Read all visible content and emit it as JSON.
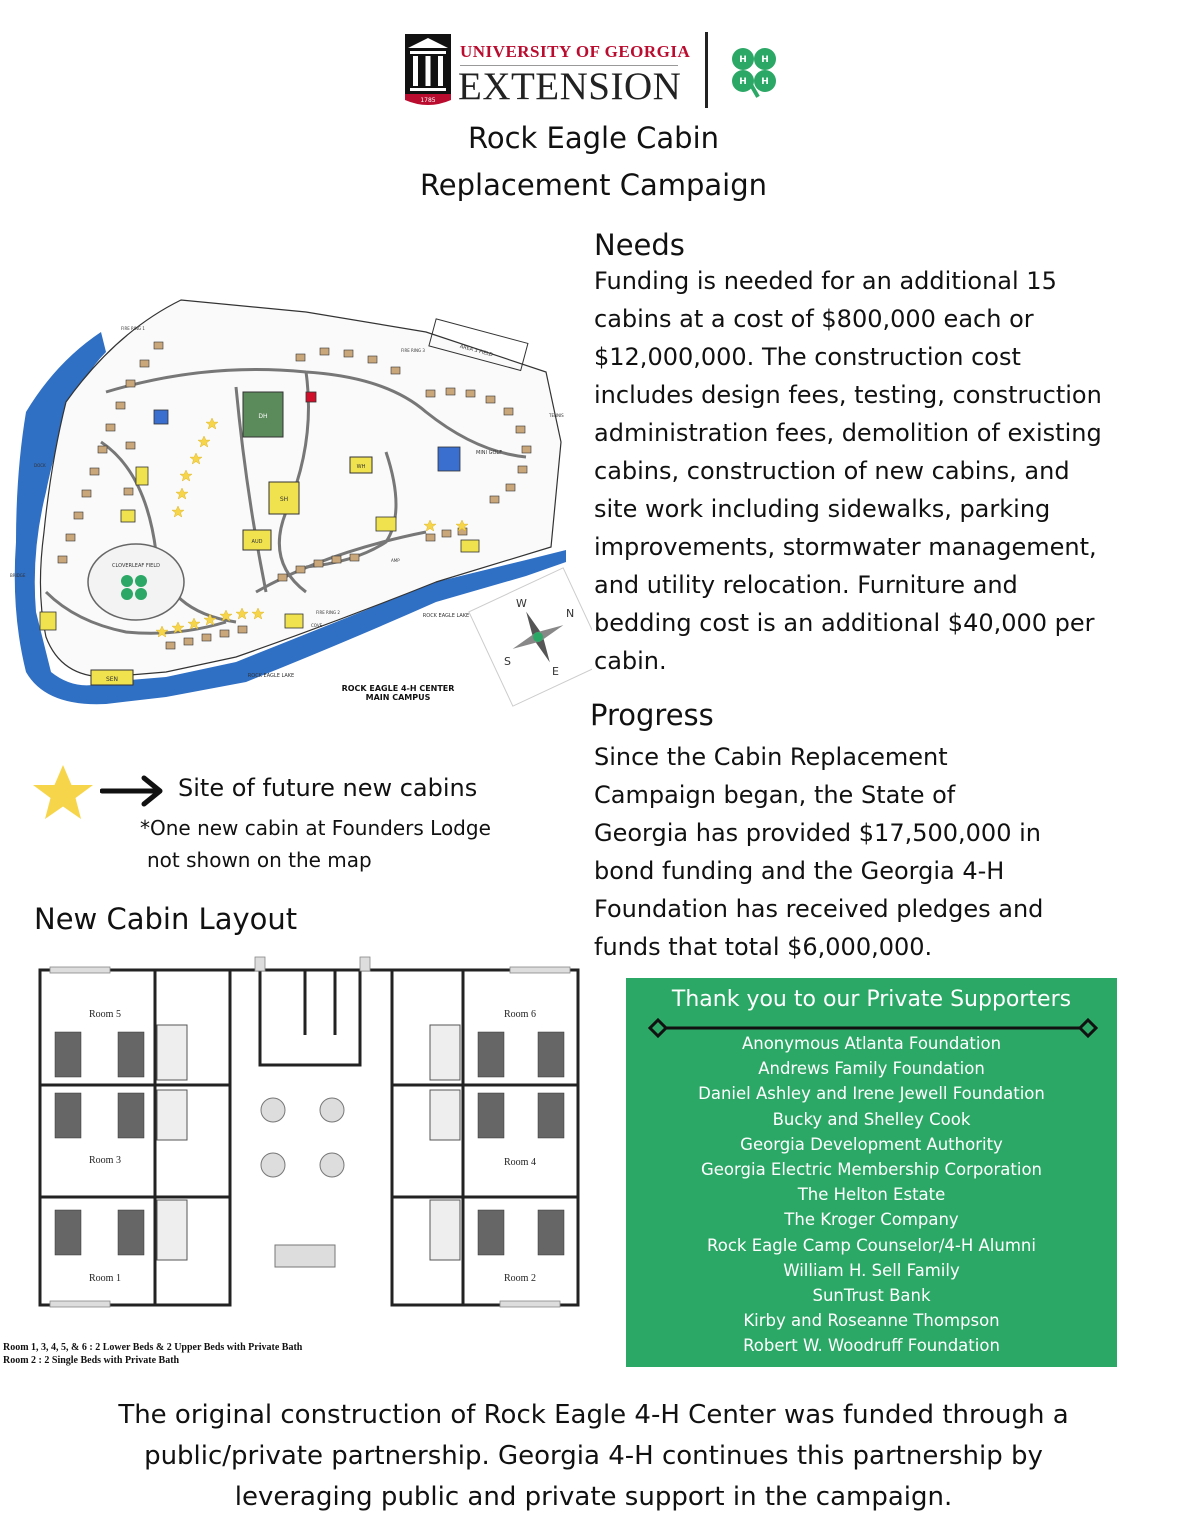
{
  "header": {
    "org_top": "UNIVERSITY OF GEORGIA",
    "org_bottom": "EXTENSION",
    "seal_year": "1785",
    "title_line1": "Rock Eagle Cabin",
    "title_line2": "Replacement Campaign"
  },
  "map": {
    "caption_line1": "ROCK EAGLE 4-H CENTER",
    "caption_line2": "MAIN CAMPUS",
    "labels": {
      "dh": "DH",
      "sh": "SH",
      "aud": "AUD",
      "wh": "WH",
      "sen": "SEN",
      "mini_golf": "MINI GOLF",
      "cloverleaf": "CLOVERLEAF FIELD",
      "area3": "AREA 3 FIELD",
      "lake": "ROCK EAGLE LAKE",
      "lake2": "ROCK EAGLE LAKE",
      "fire1": "FIRE RING 1",
      "fire2": "FIRE RING 2",
      "fire3": "FIRE RING 3",
      "dock": "DOCK",
      "cove": "COVE",
      "tennis": "TENNIS",
      "amp": "AMP",
      "bridge": "BRIDGE"
    },
    "compass": {
      "n": "N",
      "s": "S",
      "e": "E",
      "w": "W"
    },
    "colors": {
      "lake": "#2f6fc4",
      "building": "#f0e24e",
      "dining": "#5b8a5b",
      "cabin": "#c9a77a",
      "star": "#f7d54a"
    }
  },
  "needs": {
    "heading": "Needs",
    "lines": [
      "Funding is needed for an additional 15",
      "cabins at a cost of $800,000 each or",
      "$12,000,000. The construction cost",
      "includes design fees, testing, construction",
      "administration fees, demolition of existing",
      "cabins, construction of new cabins, and",
      "site work including sidewalks, parking",
      "improvements, stormwater management,",
      "and utility relocation.  Furniture and",
      "bedding cost is an additional $40,000 per",
      "cabin."
    ]
  },
  "progress": {
    "heading": "Progress",
    "lines": [
      "Since the Cabin Replacement",
      "Campaign began, the State of",
      "Georgia has provided $17,500,000 in",
      "bond funding and the Georgia 4-H",
      "Foundation has received pledges and",
      "funds that total $6,000,000."
    ]
  },
  "legend": {
    "label": "Site of future new cabins",
    "note_line1": "*One new cabin at Founders Lodge",
    "note_line2": "not shown on the map",
    "star_color": "#f7d54a"
  },
  "layout": {
    "heading": "New Cabin Layout",
    "rooms": {
      "room1": "Room 1",
      "room2": "Room 2",
      "room3": "Room 3",
      "room4": "Room 4",
      "room5": "Room 5",
      "room6": "Room 6"
    },
    "note1": "Room 1, 3, 4, 5, & 6 : 2 Lower Beds & 2 Upper Beds with Private Bath",
    "note2": "Room 2 : 2 Single Beds with Private Bath"
  },
  "supporters": {
    "title": "Thank you to our Private Supporters",
    "box_color": "#2ca866",
    "names": [
      "Anonymous Atlanta Foundation",
      "Andrews Family Foundation",
      "Daniel Ashley and Irene Jewell Foundation",
      "Bucky and Shelley Cook",
      "Georgia Development Authority",
      "Georgia Electric Membership Corporation",
      "The Helton Estate",
      "The Kroger Company",
      "Rock Eagle Camp Counselor/4-H Alumni",
      "William H. Sell Family",
      "SunTrust Bank",
      "Kirby and Roseanne Thompson",
      "Robert W. Woodruff Foundation"
    ]
  },
  "footer": {
    "lines": [
      "The original construction of Rock Eagle 4-H Center was funded through a",
      "public/private partnership. Georgia 4-H continues this partnership by",
      "leveraging public and private support in the campaign."
    ]
  }
}
